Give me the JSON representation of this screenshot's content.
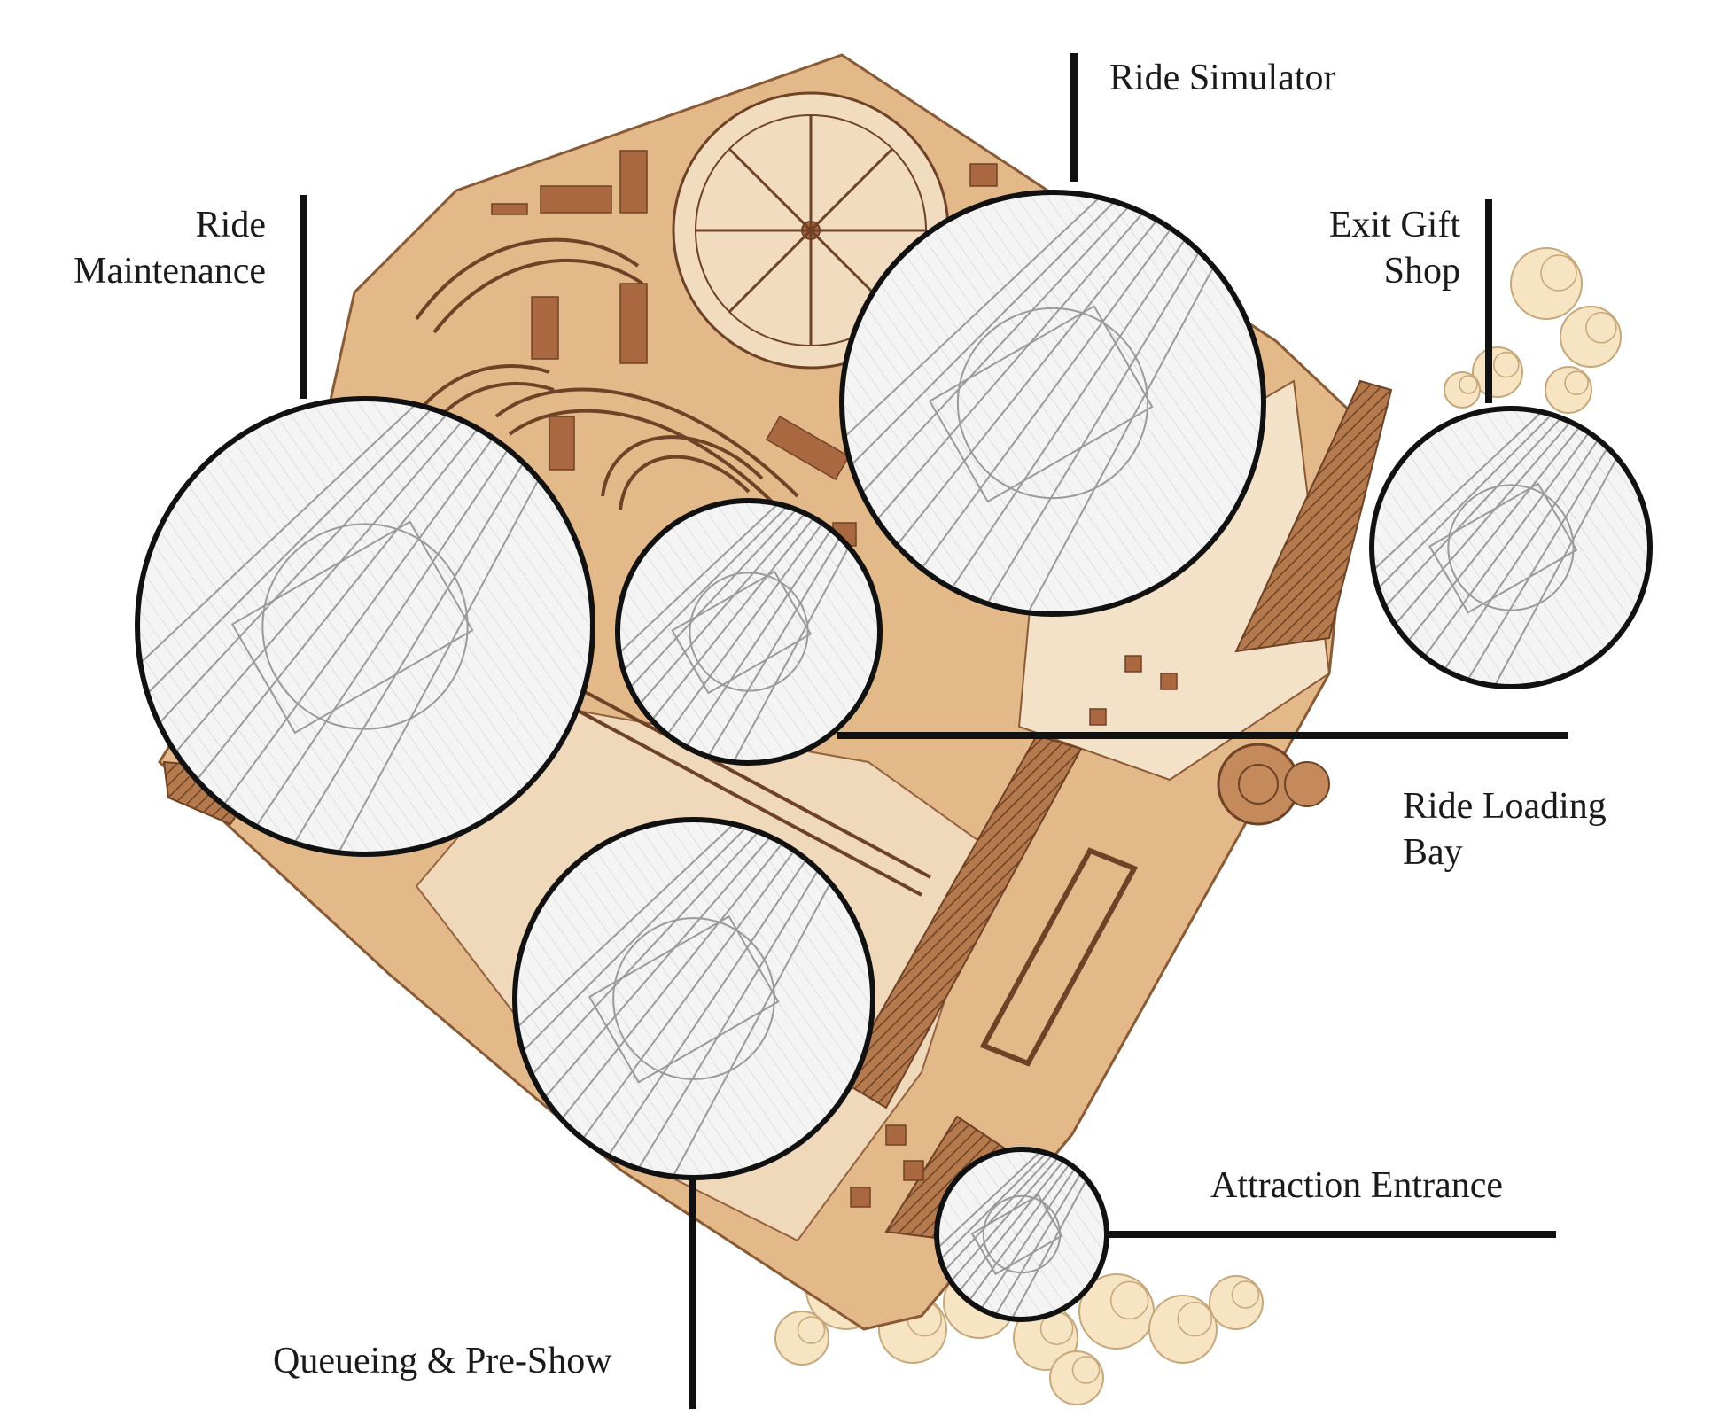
{
  "labels": {
    "ride_simulator": "Ride Simulator",
    "ride_maintenance": [
      "Ride",
      "Maintenance"
    ],
    "exit_gift_shop": [
      "Exit Gift",
      "Shop"
    ],
    "ride_loading_bay": [
      "Ride Loading",
      "Bay"
    ],
    "attraction_entrance": "Attraction Entrance",
    "queueing_pre_show": "Queueing & Pre-Show"
  },
  "colors": {
    "building_fill": "#e3b98a",
    "building_light": "#f2dcc0",
    "roof_dark": "#a9683f",
    "ink": "#5a3a22",
    "callout_line": "#111111",
    "callout_fill": "#f4f4f4",
    "sketch_stroke": "#9a9a9a",
    "tree_fill": "#f6e4c2",
    "tree_stroke": "#c6a77a"
  }
}
